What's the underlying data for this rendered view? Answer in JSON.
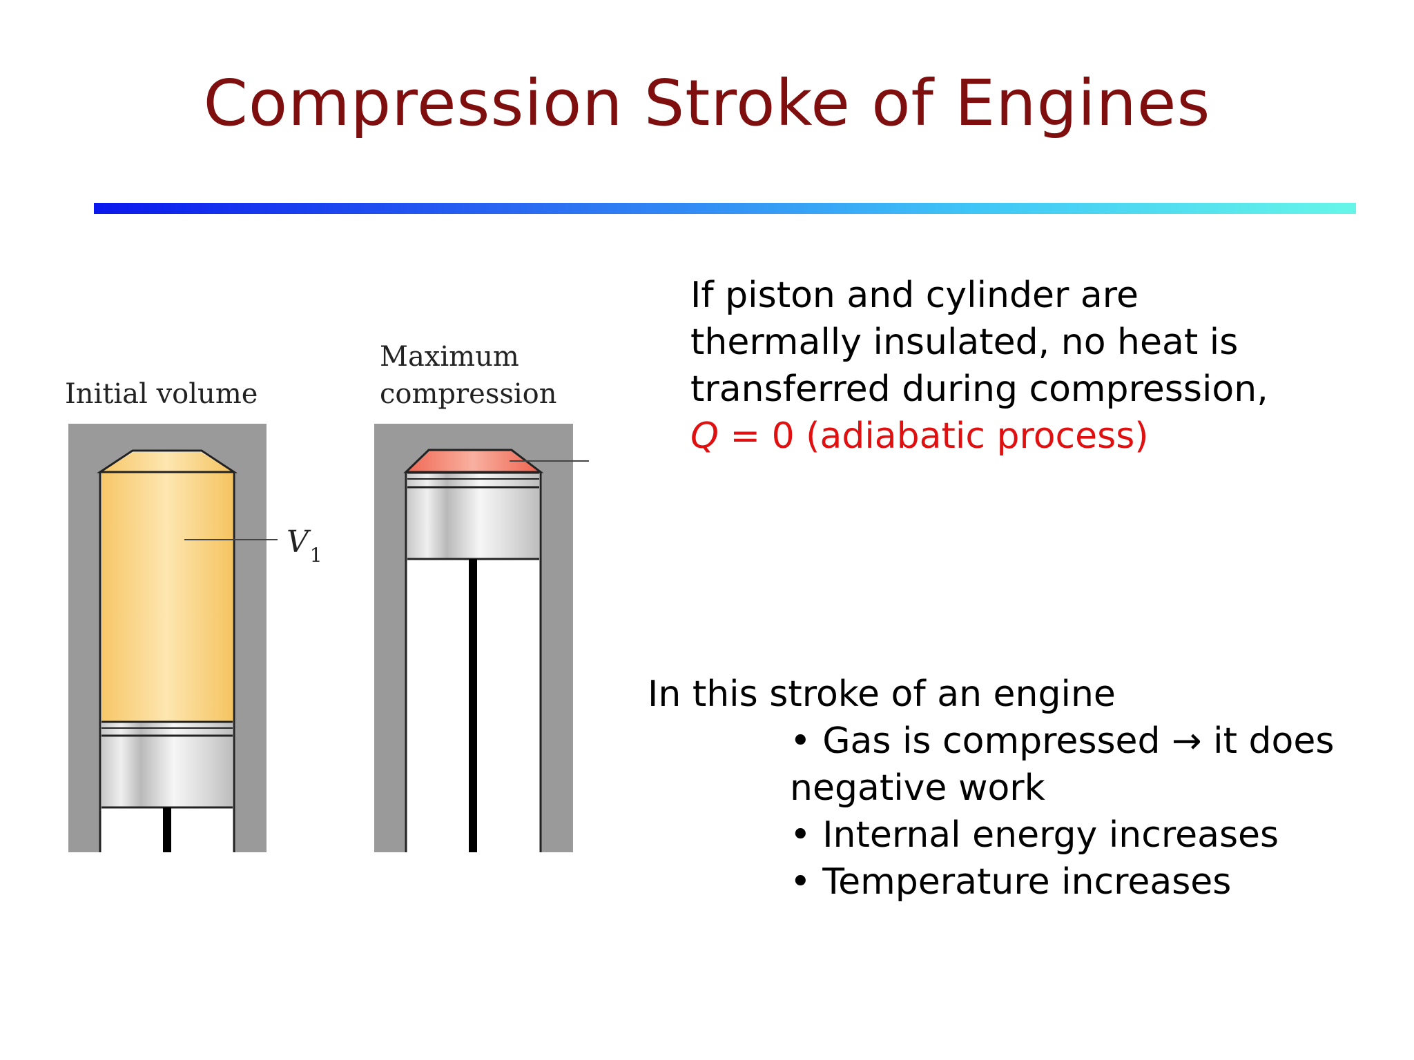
{
  "slide": {
    "title": "Compression Stroke of Engines"
  },
  "figure": {
    "label_initial": "Initial volume",
    "label_max_line1": "Maximum",
    "label_max_line2": "compression",
    "v1_symbol": "V",
    "v1_subscript": "1"
  },
  "text_block": {
    "line1": "If piston and cylinder are",
    "line2": "thermally insulated, no heat is",
    "line3": "transferred during compression,",
    "q_symbol": "Q",
    "q_rest": " = 0 (adiabatic process)"
  },
  "list_block": {
    "intro": "In this stroke of an engine",
    "items": [
      "• Gas is compressed → it does",
      "negative work",
      "• Internal energy increases",
      "• Temperature increases"
    ]
  },
  "colors": {
    "title": "#7f0f0f",
    "accent_red": "#e01010",
    "gas_yellow": "#f7c96a",
    "hot_gas": "#f06a55",
    "cylinder_gray": "#999999"
  }
}
